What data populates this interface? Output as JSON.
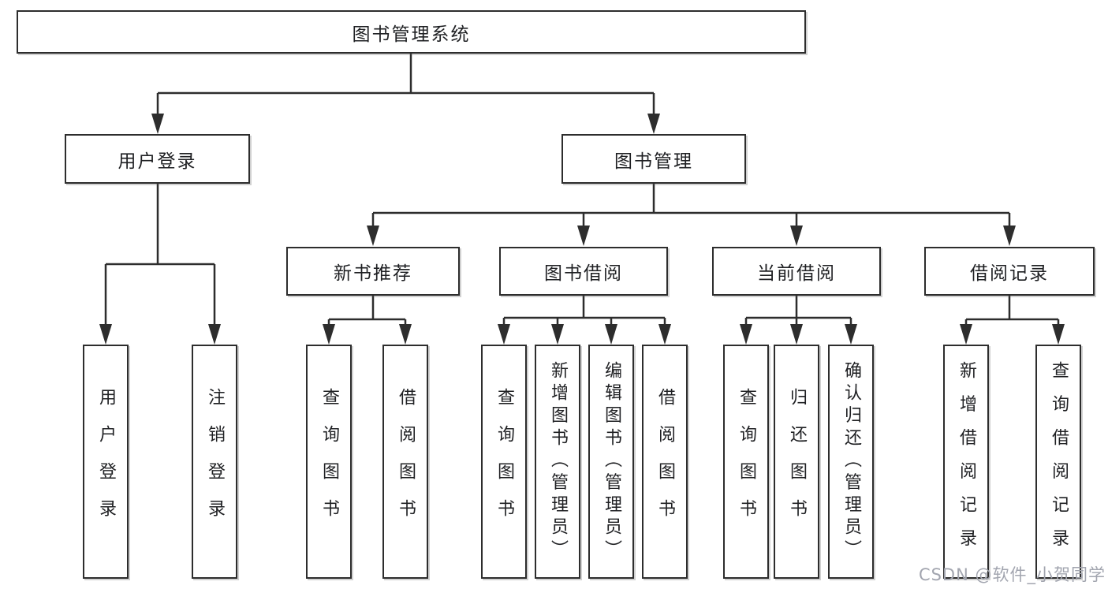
{
  "diagram": {
    "root": {
      "label": "图书管理系统"
    },
    "level2": [
      {
        "label": "用户登录"
      },
      {
        "label": "图书管理"
      }
    ],
    "level3": [
      {
        "label": "新书推荐"
      },
      {
        "label": "图书借阅"
      },
      {
        "label": "当前借阅"
      },
      {
        "label": "借阅记录"
      }
    ],
    "leaves": [
      {
        "label": "用户登录"
      },
      {
        "label": "注销登录"
      },
      {
        "label": "查询图书"
      },
      {
        "label": "借阅图书"
      },
      {
        "label": "查询图书"
      },
      {
        "label": "新增图书（管理员）"
      },
      {
        "label": "编辑图书（管理员）"
      },
      {
        "label": "借阅图书"
      },
      {
        "label": "查询图书"
      },
      {
        "label": "归还图书"
      },
      {
        "label": "确认归还（管理员）"
      },
      {
        "label": "新增借阅记录"
      },
      {
        "label": "查询借阅记录"
      }
    ],
    "watermark": {
      "text": "CSDN @软件_小贺同学"
    },
    "colors": {
      "line": "#2d2d2d",
      "text": "#1f2023",
      "watermark": "#a2a5af",
      "background": "#ffffff"
    }
  }
}
